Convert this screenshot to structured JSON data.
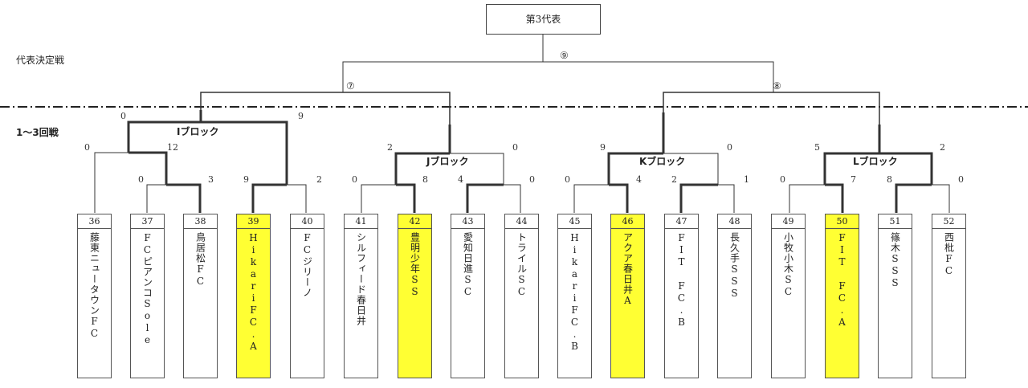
{
  "header": {
    "title": "第3代表",
    "final_label": "代表決定戦",
    "rounds_label": "1～3回戦"
  },
  "matches": {
    "m9": "⑨",
    "m7": "⑦",
    "m8": "⑧"
  },
  "blocks": [
    "Iブロック",
    "Jブロック",
    "Kブロック",
    "Lブロック"
  ],
  "scores": {
    "i_top_left": "0",
    "i_top_right": "9",
    "i_mid_left": "0",
    "i_mid_right": "12",
    "i_low_37": "0",
    "i_low_38": "3",
    "i_low_39": "9",
    "i_low_40": "2",
    "j_top_left": "2",
    "j_top_right": "0",
    "j_low_41": "0",
    "j_low_42": "8",
    "j_low_43": "4",
    "j_low_44": "0",
    "k_top_left": "9",
    "k_top_right": "0",
    "k_low_45": "0",
    "k_low_46": "4",
    "k_low_47": "2",
    "k_low_48": "1",
    "l_top_left": "5",
    "l_top_right": "2",
    "l_low_49": "0",
    "l_low_50": "7",
    "l_low_51": "8",
    "l_low_52": "0"
  },
  "teams": [
    {
      "num": "36",
      "name": "藤東ニュータウンFC"
    },
    {
      "num": "37",
      "name": "FCピアンコSole"
    },
    {
      "num": "38",
      "name": "鳥居松FC"
    },
    {
      "num": "39",
      "name": "HikariFC.A"
    },
    {
      "num": "40",
      "name": "FCジリーノ"
    },
    {
      "num": "41",
      "name": "シルフィード春日井"
    },
    {
      "num": "42",
      "name": "豊明少年SS"
    },
    {
      "num": "43",
      "name": "愛知日進SC"
    },
    {
      "num": "44",
      "name": "トライルSC"
    },
    {
      "num": "45",
      "name": "HikariFC.B"
    },
    {
      "num": "46",
      "name": "アクア春日井A"
    },
    {
      "num": "47",
      "name": "FIT FC.B"
    },
    {
      "num": "48",
      "name": "長久手SSS"
    },
    {
      "num": "49",
      "name": "小牧小木SC"
    },
    {
      "num": "50",
      "name": "FIT FC.A"
    },
    {
      "num": "51",
      "name": "篠木SSS"
    },
    {
      "num": "52",
      "name": "西枇FC"
    }
  ],
  "highlighted": [
    "39",
    "42",
    "46",
    "50"
  ],
  "colors": {
    "highlight": "#ffff33",
    "line": "#333333"
  }
}
